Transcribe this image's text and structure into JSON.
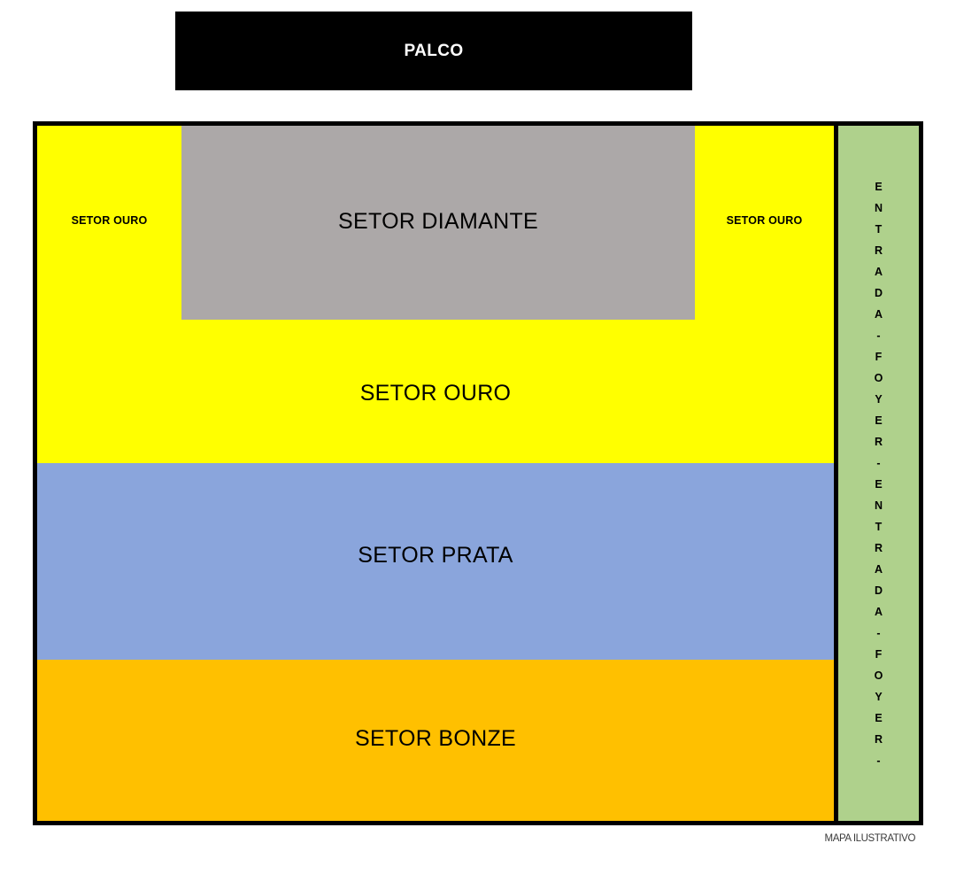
{
  "map": {
    "caption": "MAPA ILUSTRATIVO",
    "stage": {
      "label": "PALCO",
      "color": "#000000",
      "text_color": "#FFFFFF"
    },
    "sectors": {
      "diamante": {
        "label": "SETOR DIAMANTE",
        "color": "#ACA8A8"
      },
      "ouro_left": {
        "label": "SETOR OURO",
        "color": "#FFFF00"
      },
      "ouro_right": {
        "label": "SETOR OURO",
        "color": "#FFFF00"
      },
      "ouro_main": {
        "label": "SETOR OURO",
        "color": "#FFFF00"
      },
      "prata": {
        "label": "SETOR PRATA",
        "color": "#8AA5DC"
      },
      "bonze": {
        "label": "SETOR BONZE",
        "color": "#FFC000"
      },
      "entrada_foyer": {
        "label": "ENTRADA - FOYER - ENTRADA - FOYER -",
        "letters": [
          "E",
          "N",
          "T",
          "R",
          "A",
          "D",
          "A",
          "-",
          "F",
          "O",
          "Y",
          "E",
          "R",
          "-",
          "E",
          "N",
          "T",
          "R",
          "A",
          "D",
          "A",
          "-",
          "F",
          "O",
          "Y",
          "E",
          "R",
          "-"
        ],
        "color": "#AFD18C"
      }
    }
  }
}
